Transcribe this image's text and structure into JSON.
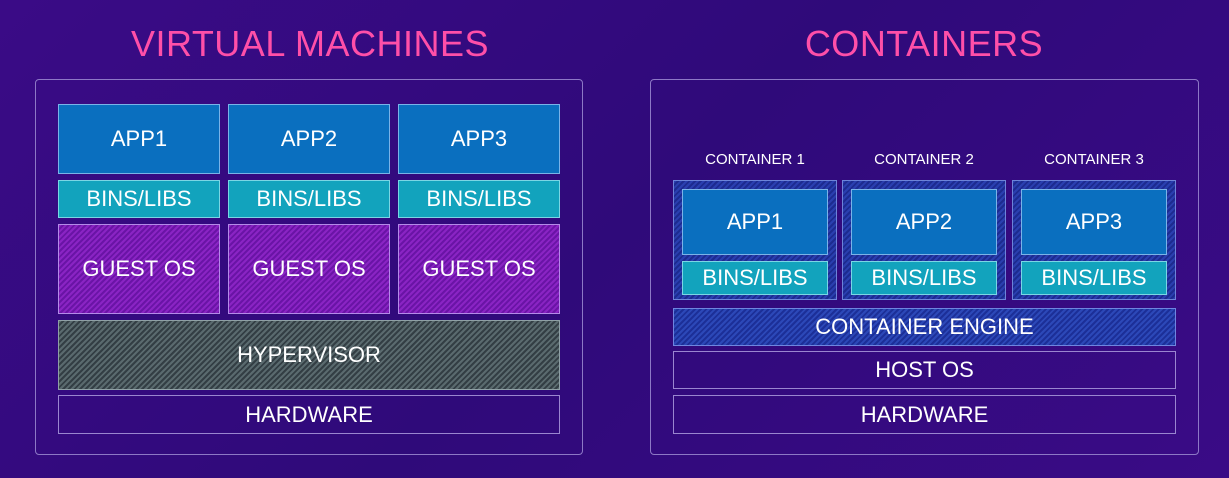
{
  "vm": {
    "title": "VIRTUAL MACHINES",
    "apps": [
      "APP1",
      "APP2",
      "APP3"
    ],
    "bins": [
      "BINS/LIBS",
      "BINS/LIBS",
      "BINS/LIBS"
    ],
    "guests": [
      "GUEST OS",
      "GUEST OS",
      "GUEST OS"
    ],
    "hypervisor": "HYPERVISOR",
    "hardware": "HARDWARE"
  },
  "containers": {
    "title": "CONTAINERS",
    "labels": [
      "CONTAINER 1",
      "CONTAINER 2",
      "CONTAINER 3"
    ],
    "apps": [
      "APP1",
      "APP2",
      "APP3"
    ],
    "bins": [
      "BINS/LIBS",
      "BINS/LIBS",
      "BINS/LIBS"
    ],
    "engine": "CONTAINER ENGINE",
    "host_os": "HOST OS",
    "hardware": "HARDWARE"
  },
  "colors": {
    "background": "#34098a",
    "title": "#ff4fa8",
    "app": "#0a6fbf",
    "bins": "#12a3bd",
    "guest_os": "#7a1cb6",
    "hypervisor": "#47565c",
    "container_engine": "#2438a8"
  }
}
